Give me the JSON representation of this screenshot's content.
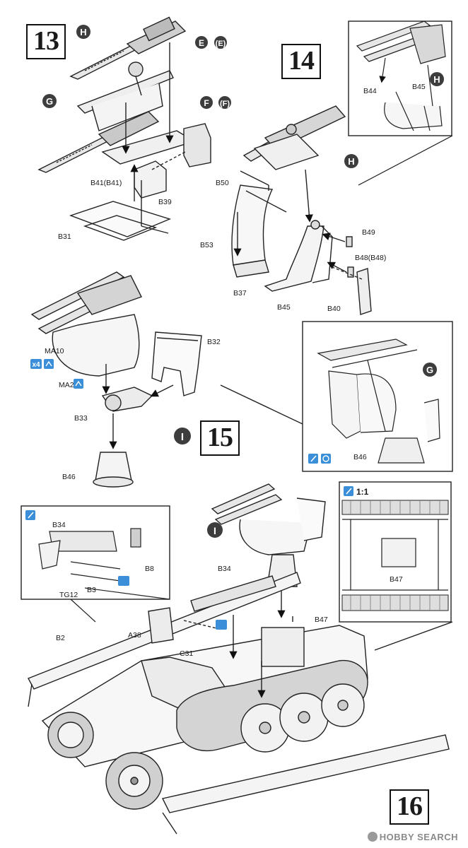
{
  "steps": {
    "s13": "13",
    "s14": "14",
    "s15": "15",
    "s16": "16"
  },
  "markers": {
    "H": "H",
    "G": "G",
    "E": "E",
    "E_paren": "(E)",
    "F": "F",
    "F_paren": "(F)",
    "I": "I"
  },
  "parts": {
    "B31": "B31",
    "B39": "B39",
    "B41": "B41(B41)",
    "B50": "B50",
    "B53": "B53",
    "B37": "B37",
    "B45": "B45",
    "B49": "B49",
    "B48": "B48(B48)",
    "B40": "B40",
    "B44": "B44",
    "B45b": "B45",
    "MA10": "MA10",
    "MA2": "MA2",
    "x4": "x4",
    "B32": "B32",
    "B33": "B33",
    "B46": "B46",
    "B46b": "B46",
    "B34": "B34",
    "B8": "B8",
    "B3": "B3",
    "TG12": "TG12",
    "B34b": "B34",
    "A38": "A38",
    "C31": "C31",
    "B2": "B2",
    "B47": "B47",
    "B47b": "B47"
  },
  "scale_label": "1:1",
  "watermark": "HOBBY SEARCH",
  "colors": {
    "ink": "#1a1a1a",
    "accent_blue": "#3a8fd8",
    "marker_dark": "#3d3d3d"
  }
}
